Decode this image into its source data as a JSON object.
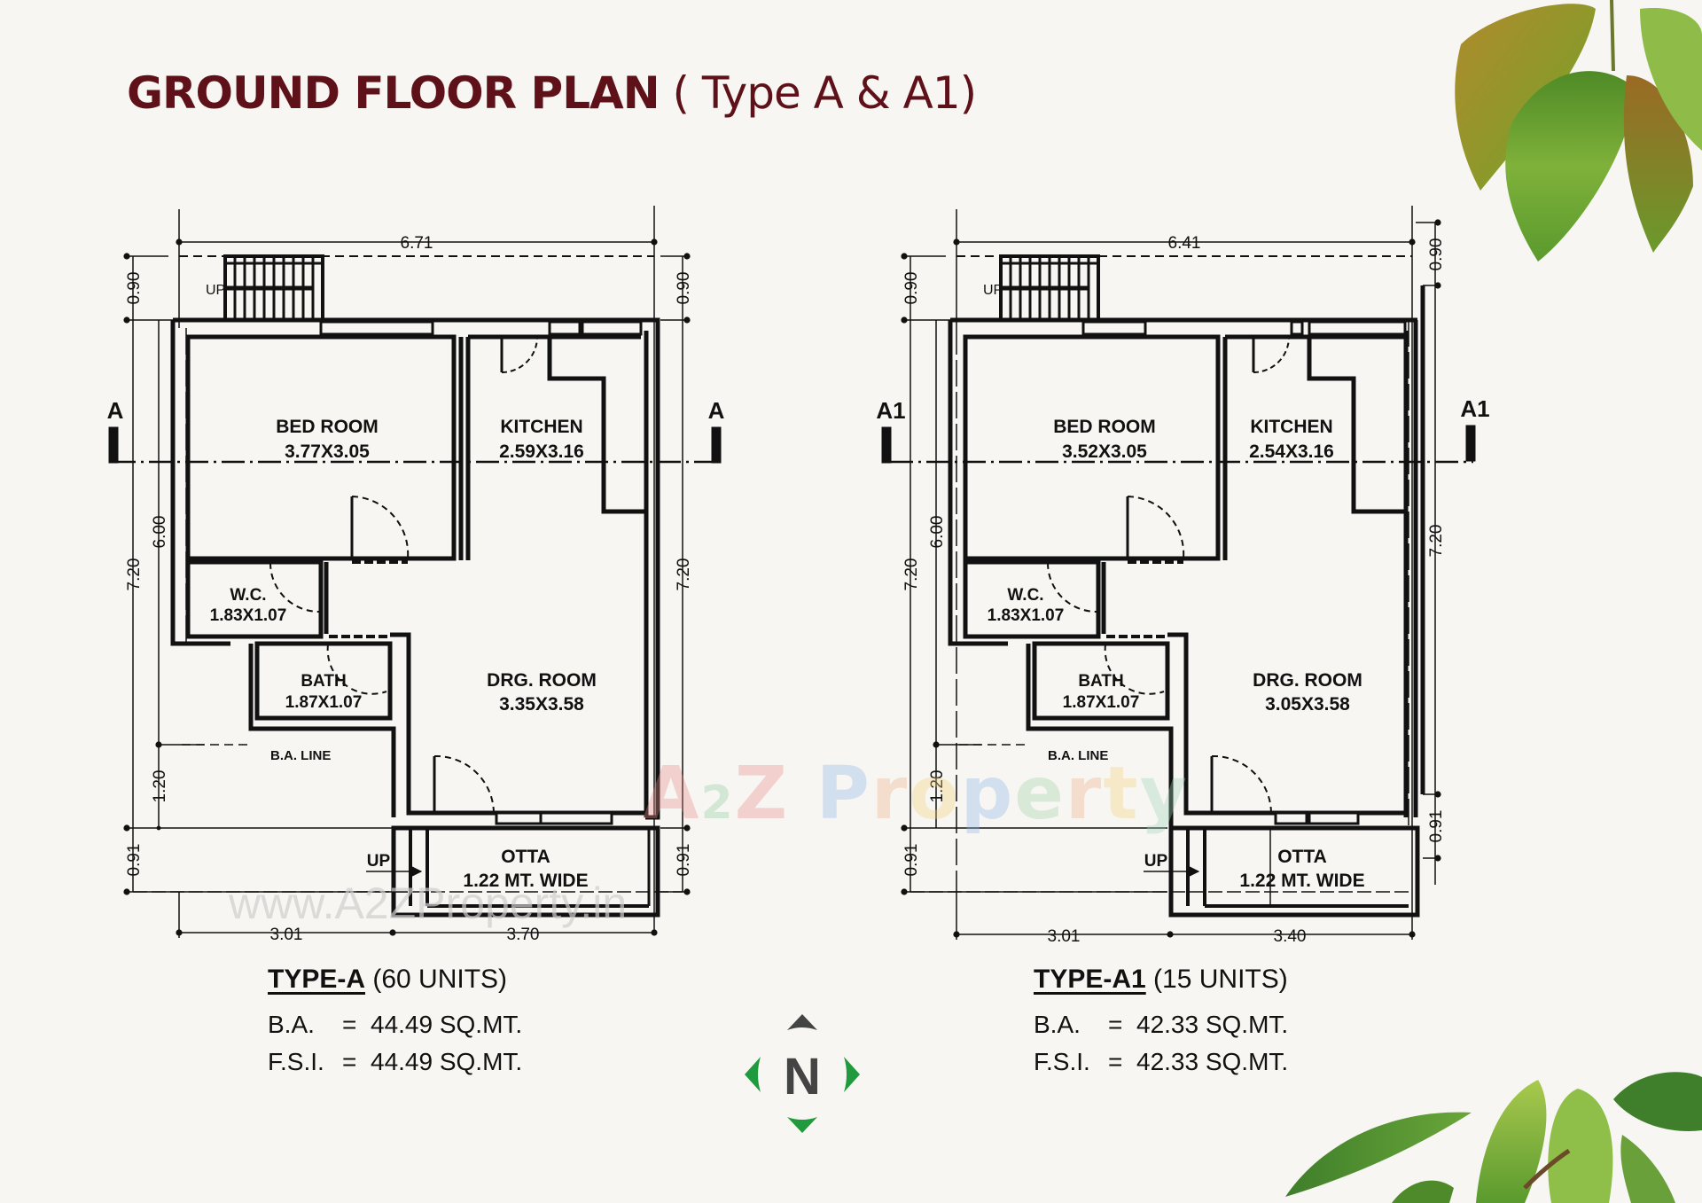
{
  "title": {
    "main": "GROUND FLOOR PLAN",
    "sub": " ( Type A & A1)",
    "color": "#5e1119"
  },
  "plans": [
    {
      "id": "type-a",
      "section_label": "A",
      "overall_width": "6.71",
      "bottom_left_width": "3.01",
      "bottom_right_width": "3.70",
      "left_dims": {
        "top_margin": "0.90",
        "total_depth": "7.20",
        "inner_depth": "6.00",
        "ba_offset": "1.20",
        "otta_depth": "0.91"
      },
      "right_dims": {
        "top_margin": "0.90",
        "total_depth": "7.20",
        "otta_depth": "0.91"
      },
      "rooms": [
        {
          "name": "BED ROOM",
          "size": "3.77X3.05"
        },
        {
          "name": "KITCHEN",
          "size": "2.59X3.16"
        },
        {
          "name": "W.C.",
          "size": "1.83X1.07"
        },
        {
          "name": "BATH",
          "size": "1.87X1.07"
        },
        {
          "name": "DRG. ROOM",
          "size": "3.35X3.58"
        },
        {
          "name": "OTTA",
          "size": "1.22 MT. WIDE"
        }
      ],
      "labels": {
        "stair_up": "UP",
        "otta_up": "UP",
        "ba_line": "B.A. LINE"
      },
      "summary": {
        "type_label": "TYPE-A",
        "units": " (60 UNITS)",
        "ba_label": "B.A.",
        "ba_value": "44.49 SQ.MT.",
        "fsi_label": "F.S.I.",
        "fsi_value": "44.49 SQ.MT."
      }
    },
    {
      "id": "type-a1",
      "section_label": "A1",
      "overall_width": "6.41",
      "bottom_left_width": "3.01",
      "bottom_right_width": "3.40",
      "left_dims": {
        "top_margin": "0.90",
        "total_depth": "7.20",
        "inner_depth": "6.00",
        "ba_offset": "1.20",
        "otta_depth": "0.91"
      },
      "right_dims": {
        "top_margin": "0.90",
        "total_depth": "7.20",
        "otta_depth": "0.91"
      },
      "rooms": [
        {
          "name": "BED ROOM",
          "size": "3.52X3.05"
        },
        {
          "name": "KITCHEN",
          "size": "2.54X3.16"
        },
        {
          "name": "W.C.",
          "size": "1.83X1.07"
        },
        {
          "name": "BATH",
          "size": "1.87X1.07"
        },
        {
          "name": "DRG. ROOM",
          "size": "3.05X3.58"
        },
        {
          "name": "OTTA",
          "size": "1.22 MT. WIDE"
        }
      ],
      "labels": {
        "stair_up": "UP",
        "otta_up": "UP",
        "ba_line": "B.A. LINE"
      },
      "summary": {
        "type_label": "TYPE-A1",
        "units": " (15 UNITS)",
        "ba_label": "B.A.",
        "ba_value": "42.33 SQ.MT.",
        "fsi_label": "F.S.I.",
        "fsi_value": "42.33 SQ.MT."
      }
    }
  ],
  "compass": {
    "letter": "N",
    "arrow_color": "#1f9a3c",
    "top_arrow_color": "#444444"
  },
  "watermark": {
    "logo_parts": [
      "A",
      "2",
      "Z",
      " ",
      "P",
      "r",
      "o",
      "p",
      "e",
      "r",
      "t",
      "y"
    ],
    "logo_colors": [
      "#e98a8a",
      "#8fd0a0",
      "#e98a8a",
      "#ffffff",
      "#8fb5ea",
      "#f0b08a",
      "#f3d27a",
      "#8fb5ea",
      "#9fd6a8",
      "#f0b08a",
      "#f3d27a",
      "#9fd6b8"
    ],
    "url": "www.A2ZProperty.in"
  }
}
